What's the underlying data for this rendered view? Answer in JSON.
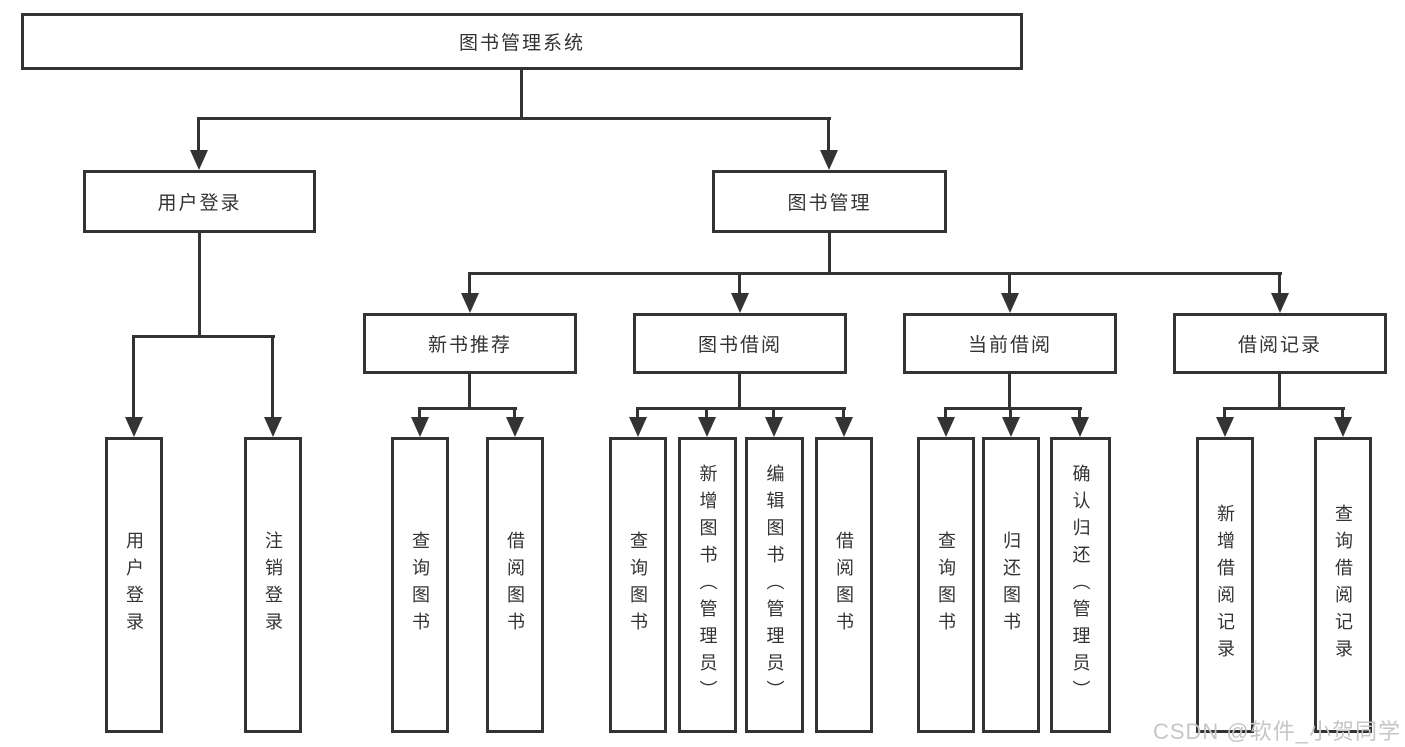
{
  "diagram_type": "hierarchy-tree",
  "colors": {
    "line": "#333333",
    "text": "#333333",
    "box_background": "#ffffff",
    "watermark": "#c6c6c6"
  },
  "tree": {
    "label": "图书管理系统",
    "children": [
      {
        "label": "用户登录",
        "children": [
          {
            "label": "用户登录"
          },
          {
            "label": "注销登录"
          }
        ]
      },
      {
        "label": "图书管理",
        "children": [
          {
            "label": "新书推荐",
            "children": [
              {
                "label": "查询图书"
              },
              {
                "label": "借阅图书"
              }
            ]
          },
          {
            "label": "图书借阅",
            "children": [
              {
                "label": "查询图书"
              },
              {
                "label": "新增图书（管理员）"
              },
              {
                "label": "编辑图书（管理员）"
              },
              {
                "label": "借阅图书"
              }
            ]
          },
          {
            "label": "当前借阅",
            "children": [
              {
                "label": "查询图书"
              },
              {
                "label": "归还图书"
              },
              {
                "label": "确认归还（管理员）"
              }
            ]
          },
          {
            "label": "借阅记录",
            "children": [
              {
                "label": "新增借阅记录"
              },
              {
                "label": "查询借阅记录"
              }
            ]
          }
        ]
      }
    ]
  },
  "watermark": {
    "text": "CSDN @软件_小贺同学"
  }
}
